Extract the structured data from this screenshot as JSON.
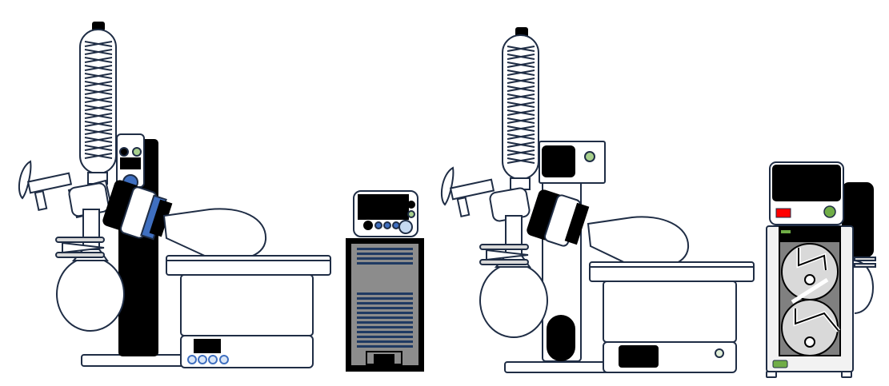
{
  "figure": {
    "description_hidden": "",
    "setups": [
      {
        "id": "setup-a",
        "components": [
          "condenser",
          "motor-tower",
          "evaporating-flask",
          "receiving-flask",
          "heating-bath",
          "vacuum-controller"
        ]
      },
      {
        "id": "setup-b",
        "components": [
          "condenser",
          "motor-tower",
          "evaporating-flask",
          "receiving-flask",
          "heating-bath",
          "diaphragm-pump"
        ]
      }
    ],
    "colors": {
      "outline": "#1f2d45",
      "dark": "#000000",
      "accent_blue": "#3f6fc0",
      "light_green": "#a8d08d",
      "bath_grey": "#8c8c8c",
      "vent_blue": "#1f3a63",
      "pump_head_grey": "#d9d9d9",
      "indicator_red": "#ff0000",
      "indicator_green": "#70ad47"
    }
  }
}
